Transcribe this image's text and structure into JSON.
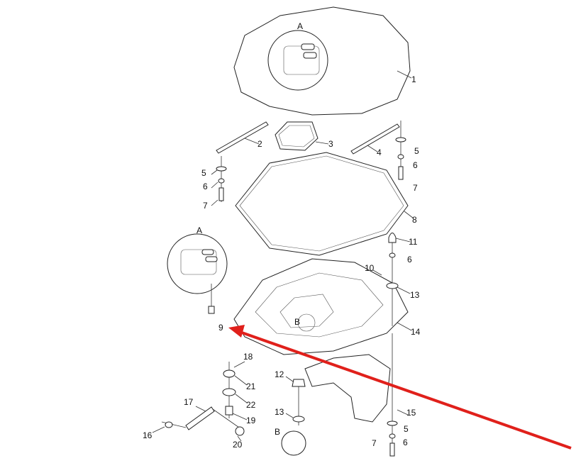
{
  "diagram": {
    "callouts": [
      {
        "id": "detail-a-top",
        "text": "A"
      },
      {
        "id": "p1",
        "text": "1"
      },
      {
        "id": "p2",
        "text": "2"
      },
      {
        "id": "p3",
        "text": "3"
      },
      {
        "id": "p4",
        "text": "4"
      },
      {
        "id": "p5a",
        "text": "5"
      },
      {
        "id": "p6a",
        "text": "6"
      },
      {
        "id": "p7a",
        "text": "7"
      },
      {
        "id": "p5b",
        "text": "5"
      },
      {
        "id": "p6b",
        "text": "6"
      },
      {
        "id": "p7b",
        "text": "7"
      },
      {
        "id": "p8",
        "text": "8"
      },
      {
        "id": "p11",
        "text": "11"
      },
      {
        "id": "p6c",
        "text": "6"
      },
      {
        "id": "p10",
        "text": "10"
      },
      {
        "id": "p13a",
        "text": "13"
      },
      {
        "id": "p14",
        "text": "14"
      },
      {
        "id": "detail-a-left",
        "text": "A"
      },
      {
        "id": "p9",
        "text": "9"
      },
      {
        "id": "detail-b-tray",
        "text": "B"
      },
      {
        "id": "p18",
        "text": "18"
      },
      {
        "id": "p21",
        "text": "21"
      },
      {
        "id": "p22",
        "text": "22"
      },
      {
        "id": "p17",
        "text": "17"
      },
      {
        "id": "p19",
        "text": "19"
      },
      {
        "id": "p20",
        "text": "20"
      },
      {
        "id": "p16",
        "text": "16"
      },
      {
        "id": "p12",
        "text": "12"
      },
      {
        "id": "p13b",
        "text": "13"
      },
      {
        "id": "detail-b-lower",
        "text": "B"
      },
      {
        "id": "p15",
        "text": "15"
      },
      {
        "id": "p5c",
        "text": "5"
      },
      {
        "id": "p6d",
        "text": "6"
      },
      {
        "id": "p7c",
        "text": "7"
      }
    ],
    "highlight_arrow_color": "#e0201b",
    "highlighted_part": "9"
  }
}
